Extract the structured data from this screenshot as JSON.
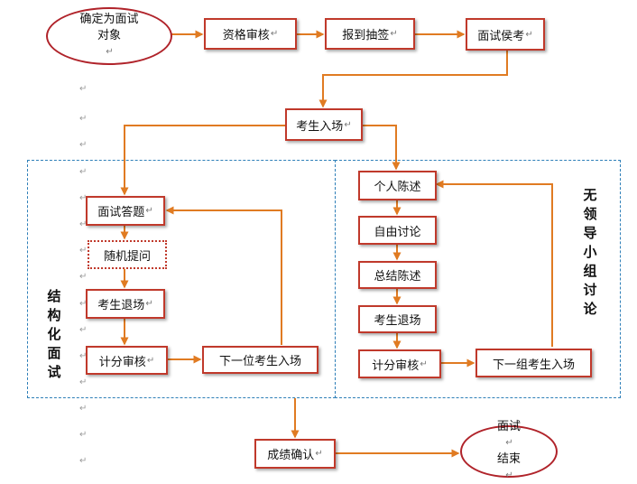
{
  "nodes": {
    "start_line1": "确定为面试",
    "start_line2": "对象",
    "qualification": "资格审核",
    "draw_lots": "报到抽签",
    "waiting": "面试侯考",
    "enter": "考生入场",
    "s_answer": "面试答题",
    "s_random": "随机提问",
    "s_exit": "考生退场",
    "s_score": "计分审核",
    "s_next": "下一位考生入场",
    "g_statement": "个人陈述",
    "g_discussion": "自由讨论",
    "g_summary": "总结陈述",
    "g_exit": "考生退场",
    "g_score": "计分审核",
    "g_next": "下一组考生入场",
    "confirm": "成绩确认",
    "end_line1": "面试",
    "end_line2": "结束"
  },
  "labels": {
    "structured": "结构化面试",
    "leaderless": "无领导小组讨论"
  },
  "markers": {
    "return_mark": "↵"
  },
  "colors": {
    "box_border": "#c0392b",
    "arrow": "#e07b22",
    "dashed_frame": "#2e7fb8"
  }
}
